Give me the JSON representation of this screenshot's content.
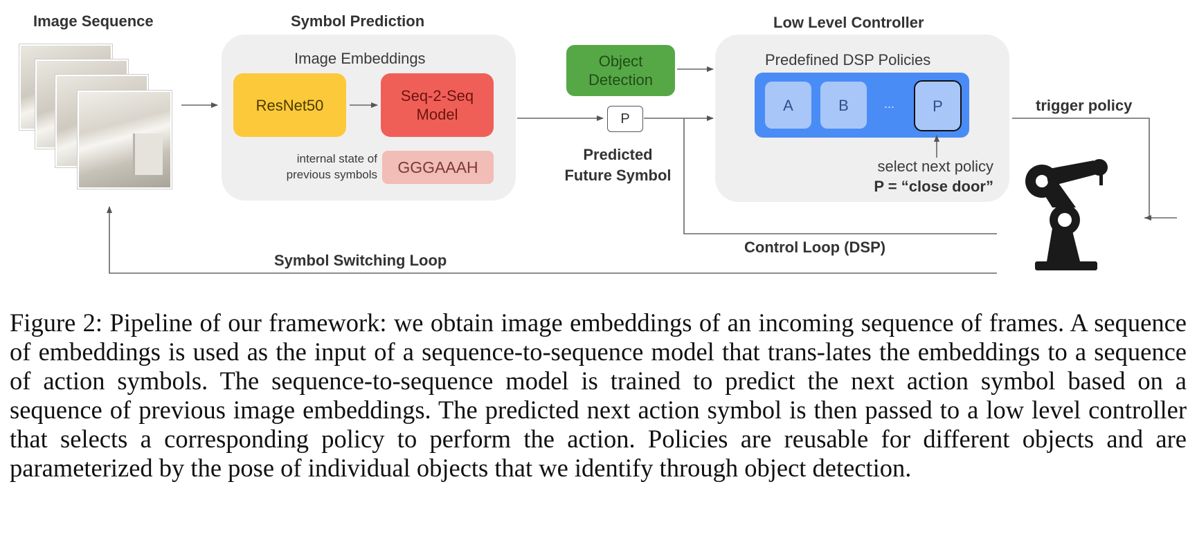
{
  "diagram": {
    "image_sequence_title": "Image Sequence",
    "symbol_prediction_title": "Symbol Prediction",
    "image_embeddings_label": "Image Embeddings",
    "resnet_label": "ResNet50",
    "seq2seq_label_line1": "Seq-2-Seq",
    "seq2seq_label_line2": "Model",
    "internal_state_line1": "internal state of",
    "internal_state_line2": "previous symbols",
    "symbol_history": "GGGAAAH",
    "object_detection_line1": "Object",
    "object_detection_line2": "Detection",
    "predicted_symbol": "P",
    "predicted_label_line1": "Predicted",
    "predicted_label_line2": "Future Symbol",
    "low_level_title": "Low Level Controller",
    "dsp_policies_label": "Predefined DSP Policies",
    "policies": [
      "A",
      "B",
      "...",
      "P"
    ],
    "select_next_policy": "select next policy",
    "policy_assignment": "P = “close door”",
    "trigger_policy": "trigger policy",
    "control_loop": "Control Loop (DSP)",
    "switching_loop": "Symbol Switching Loop",
    "colors": {
      "resnet": "#fcc93a",
      "seq2seq": "#f05f57",
      "history": "#f2bcb7",
      "object_detection": "#56a846",
      "dsp_container": "#4a8cf6",
      "policy_box": "#a9c6f8",
      "panel": "#efefef"
    }
  },
  "caption": "Figure 2: Pipeline of our framework: we obtain image embeddings of an incoming sequence of frames. A sequence of embeddings is used as the input of a sequence-to-sequence model that trans-lates the embeddings to a sequence of action symbols. The sequence-to-sequence model is trained to predict the next action symbol based on a sequence of previous image embeddings. The predicted next action symbol is then passed to a low level controller that selects a corresponding policy to perform the action. Policies are reusable for different objects and are parameterized by the pose of individual objects that we identify through object detection."
}
